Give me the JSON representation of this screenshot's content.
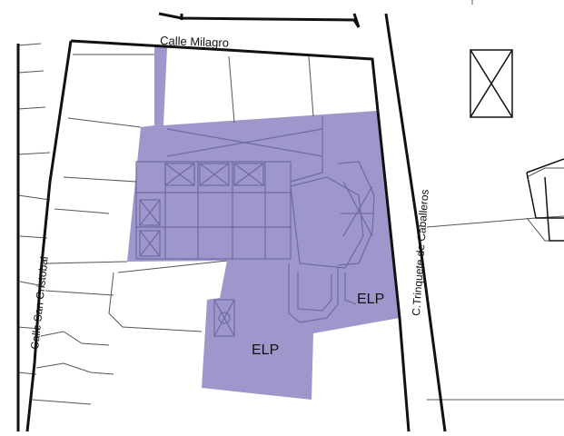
{
  "streets": {
    "north": "Calle Milagro",
    "west": "Calle San Cristobal",
    "east": "C.Trinquete de Caballeros"
  },
  "zones": {
    "label_east": "ELP",
    "label_south": "ELP"
  },
  "colors": {
    "protected_area": "#9d97cb",
    "block_outline": "#111111",
    "parcel_line": "#555555",
    "interior_line": "#6f6aa0"
  }
}
